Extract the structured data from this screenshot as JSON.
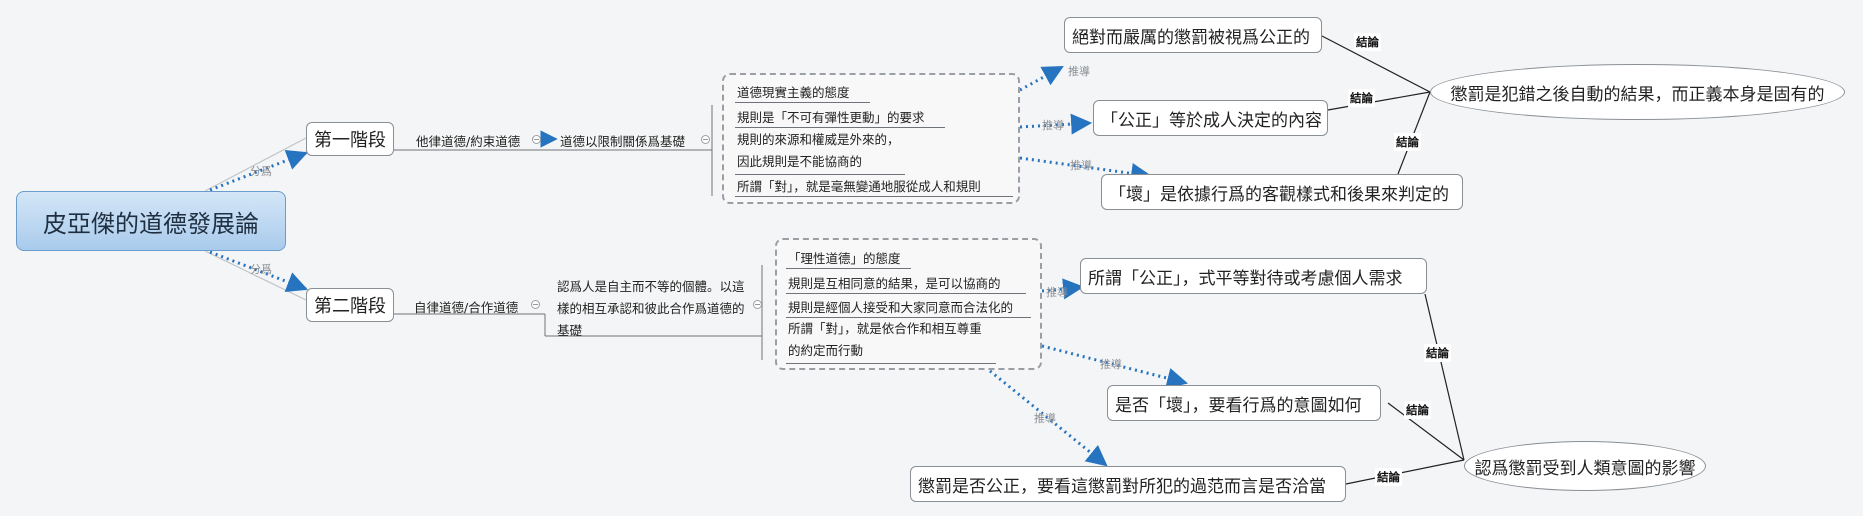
{
  "root": {
    "label": "皮亞傑的道德發展論"
  },
  "branch_label": "分爲",
  "guide_label": "推導",
  "conclusion_label": "結論",
  "stage1": {
    "label": "第一階段",
    "sub1": "他律道德/約束道德",
    "sub2": "道德以限制關係爲基礎",
    "items": [
      "道德現實主義的態度",
      "規則是「不可有彈性更動」的要求",
      "規則的來源和權威是外來的，因此規則是不能協商的",
      "所謂「對」，就是毫無變通地服從成人和規則"
    ],
    "results": [
      "絕對而嚴厲的懲罰被視爲公正的",
      "「公正」等於成人決定的內容",
      "「壞」是依據行爲的客觀樣式和後果來判定的"
    ],
    "conclusion": "懲罰是犯錯之後自動的結果，而正義本身是固有的"
  },
  "stage2": {
    "label": "第二階段",
    "sub1": "自律道德/合作道德",
    "sub2": "認爲人是自主而不等的個體。以這樣的相互承認和彼此合作爲道德的基礎",
    "items": [
      "「理性道德」的態度",
      "規則是互相同意的結果，是可以協商的",
      "規則是經個人接受和大家同意而合法化的",
      "所謂「對」，就是依合作和相互尊重的約定而行動"
    ],
    "results": [
      "所謂「公正」，式平等對待或考慮個人需求",
      "是否「壞」，要看行爲的意圖如何",
      "懲罰是否公正，要看這懲罰對所犯的過范而言是否洽當"
    ],
    "conclusion": "認爲懲罰受到人類意圖的影響"
  }
}
